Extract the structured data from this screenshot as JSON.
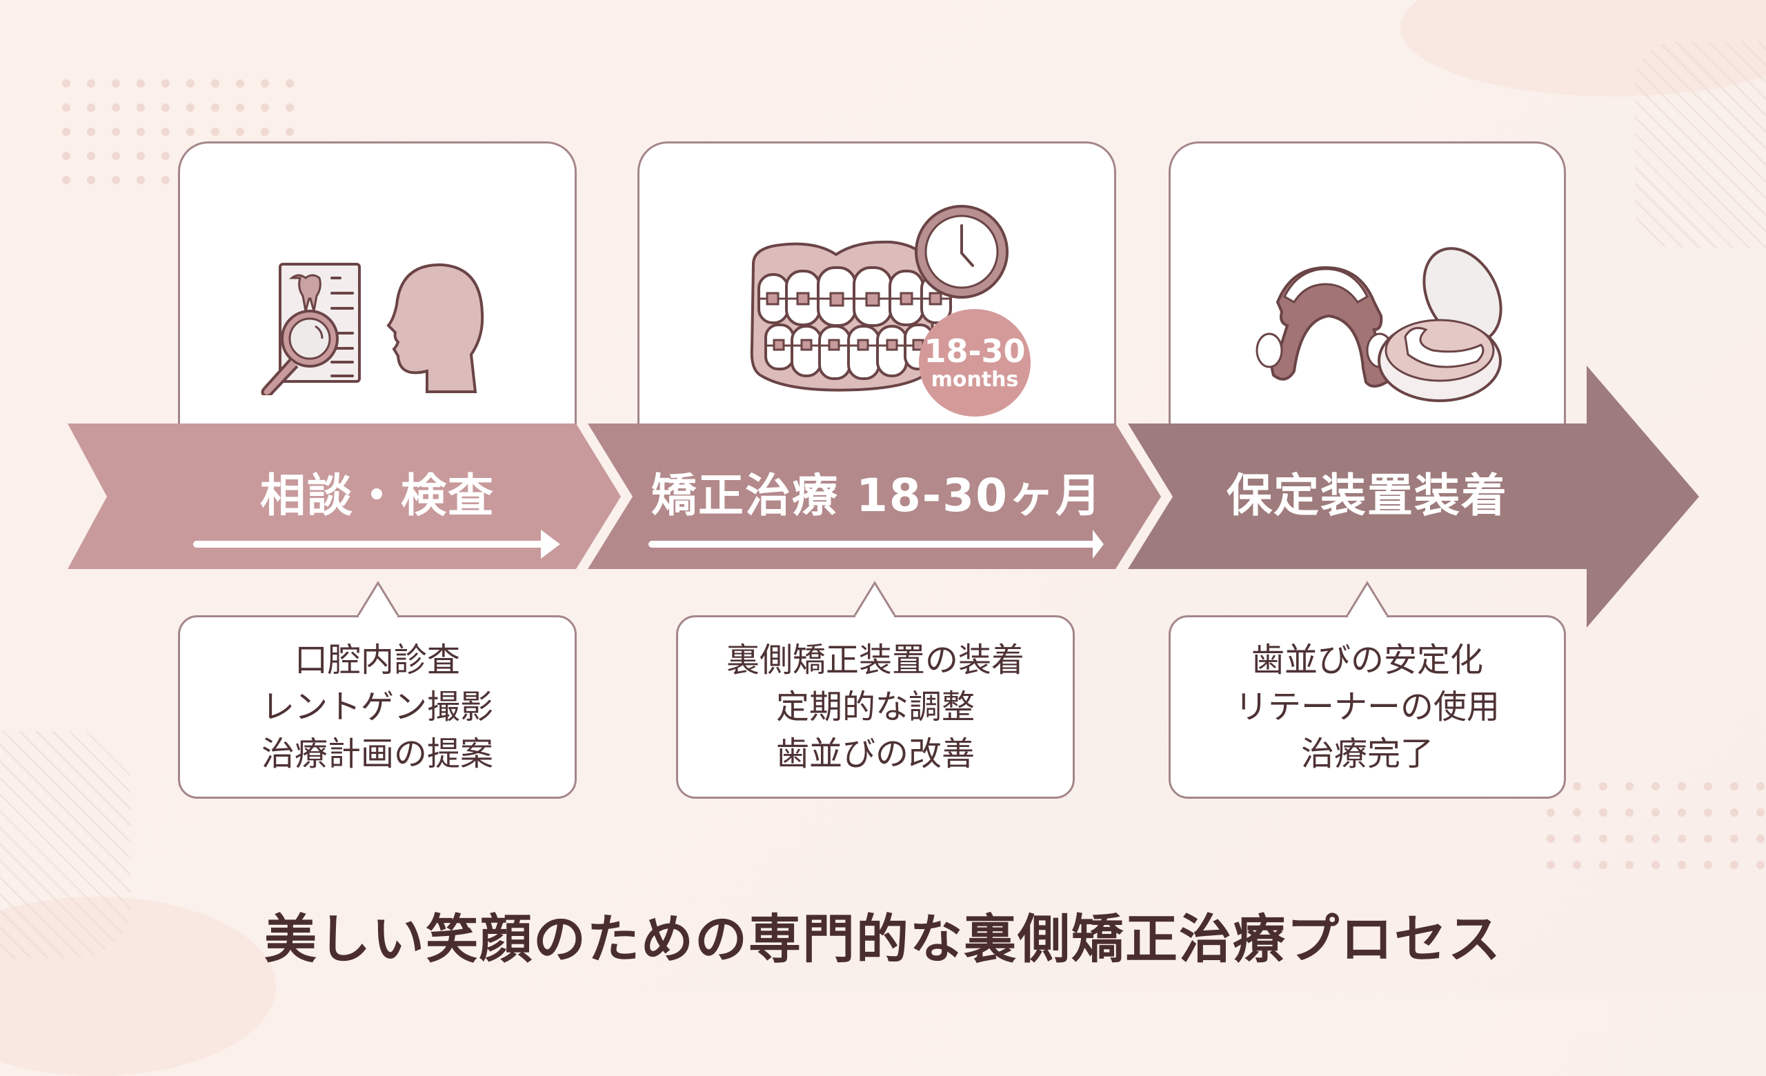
{
  "colors": {
    "background": "#fbf0ea",
    "card_border": "#a4868a",
    "band_segment_1": "#c89a9c",
    "band_segment_2": "#b3898b",
    "band_segment_3": "#9e7b7c",
    "icon_fill": "#dcbcbb",
    "icon_stroke": "#6a4446",
    "badge": "#d49a9a",
    "text_dark": "#4e3234"
  },
  "steps": [
    {
      "label": "相談・検査",
      "icon": "consultation-exam-icon",
      "details": [
        "口腔内診査",
        "レントゲン撮影",
        "治療計画の提案"
      ]
    },
    {
      "label": "矯正治療 18-30ヶ月",
      "icon": "braces-clock-icon",
      "badge": {
        "value": "18-30",
        "unit": "months"
      },
      "details": [
        "裏側矯正装置の装着",
        "定期的な調整",
        "歯並びの改善"
      ]
    },
    {
      "label": "保定装置装着",
      "icon": "retainer-case-icon",
      "details": [
        "歯並びの安定化",
        "リテーナーの使用",
        "治療完了"
      ]
    }
  ],
  "footer": {
    "title": "美しい笑顔のための専門的な裏側矯正治療プロセス"
  }
}
